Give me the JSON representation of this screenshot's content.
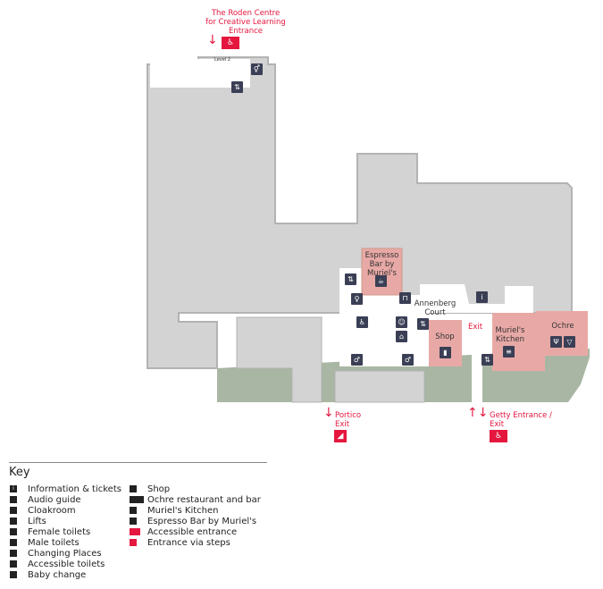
{
  "labels": {
    "roden": "The Roden Centre\nfor Creative Learning\nEntrance",
    "espresso": "Espresso Bar by Muriel's",
    "annenberg": "Annenberg Court",
    "shop": "Shop",
    "exit": "Exit",
    "muriels": "Muriel's Kitchen",
    "ochre": "Ochre",
    "portico": "Portico Exit",
    "getty": "Getty Entrance / Exit",
    "level2": "Level 2"
  },
  "colors": {
    "accent": "#e5173f",
    "building": "#d3d3d3",
    "venue": "#e8a9a6",
    "garden": "#a9b6a3",
    "icon": "#3a3f55"
  },
  "key": {
    "title": "Key",
    "col1": [
      "Information & tickets",
      "Audio guide",
      "Cloakroom",
      "Lifts",
      "Female toilets",
      "Male toilets",
      "Changing Places",
      "Accessible toilets",
      "Baby change"
    ],
    "col2": [
      "Shop",
      "Ochre restaurant and bar",
      "Muriel's Kitchen",
      "Espresso Bar by Muriel's",
      "Accessible entrance",
      "Entrance via steps"
    ]
  }
}
